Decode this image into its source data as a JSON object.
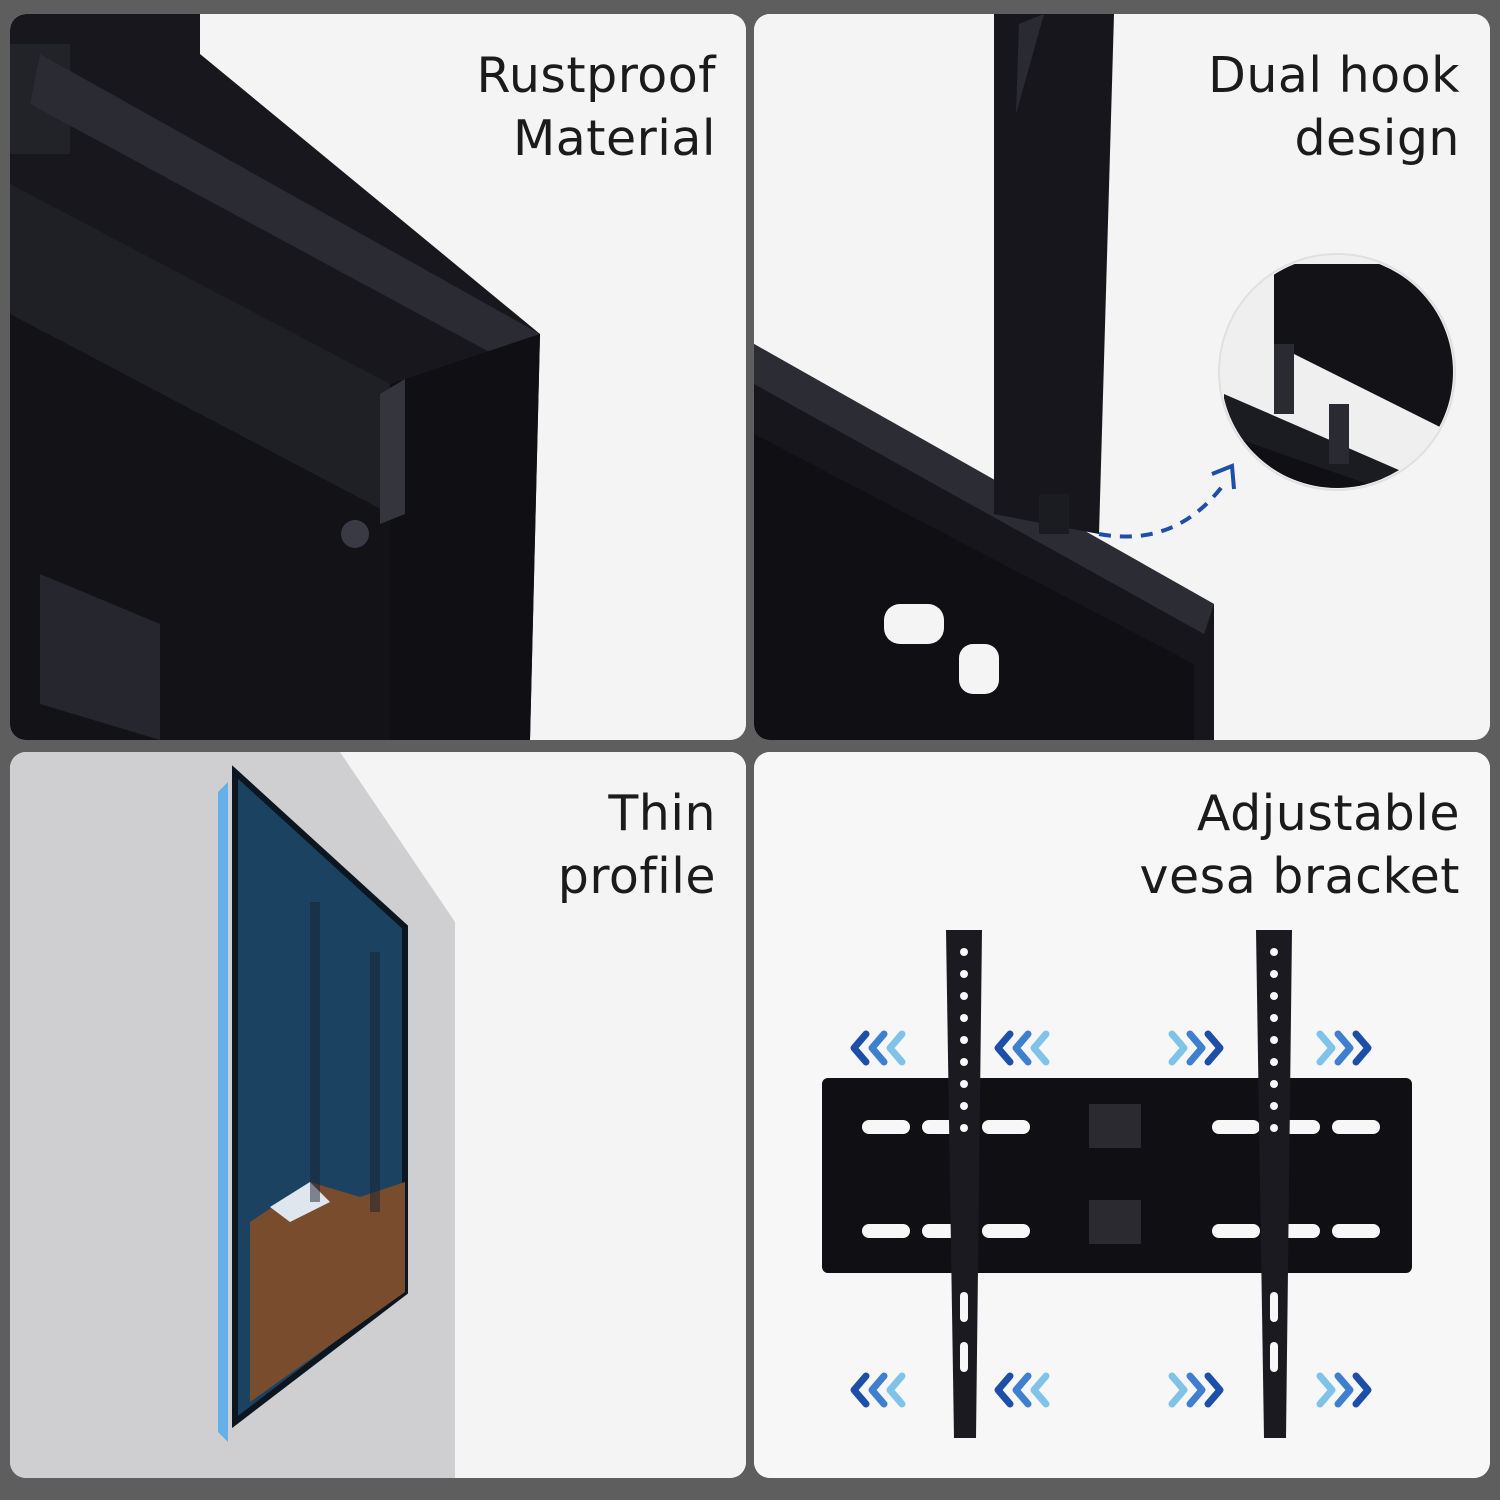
{
  "panels": [
    {
      "id": "rustproof",
      "caption": [
        "Rustproof",
        "Material"
      ],
      "image_icon": "bracket-corner-closeup-icon"
    },
    {
      "id": "dual-hook",
      "caption": [
        "Dual hook",
        "design"
      ],
      "image_icon": "hook-detail-magnifier-icon"
    },
    {
      "id": "thin-profile",
      "caption": [
        "Thin",
        "profile"
      ],
      "image_icon": "wall-mounted-tv-icon"
    },
    {
      "id": "vesa",
      "caption": [
        "Adjustable",
        "vesa bracket"
      ],
      "image_icon": "tv-mount-bracket-icon"
    }
  ],
  "colors": {
    "background": "#5e5e5e",
    "panel": "#f4f4f4",
    "metal": "#16161c",
    "accent": "#1d4fa8",
    "arrow_light": "#7fc4e8"
  }
}
